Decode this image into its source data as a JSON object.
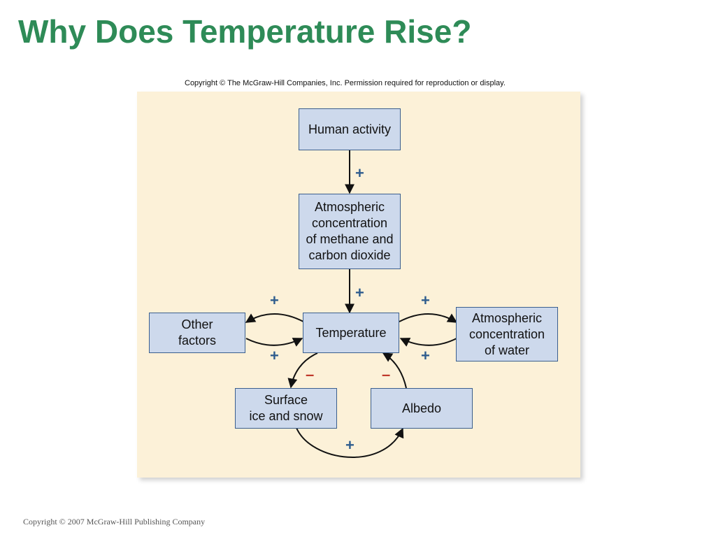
{
  "slide": {
    "title": "Why Does Temperature Rise?",
    "footer": "Copyright © 2007 McGraw-Hill Publishing Company"
  },
  "figure": {
    "copyright": "Copyright © The McGraw-Hill Companies, Inc. Permission required for reproduction or display.",
    "nodes": {
      "human_activity": "Human activity",
      "atmospheric_co2": "Atmospheric\nconcentration\nof methane and\ncarbon dioxide",
      "temperature": "Temperature",
      "other_factors": "Other\nfactors",
      "atmospheric_water": "Atmospheric\nconcentration\nof water",
      "surface_ice": "Surface\nice and snow",
      "albedo": "Albedo"
    },
    "signs": {
      "plus": "+",
      "minus": "–"
    },
    "colors": {
      "title": "#2e8b57",
      "panel": "#fcf1d8",
      "node_fill": "#cdd9ec",
      "node_border": "#3b5f8e",
      "plus": "#2f5d8e",
      "minus": "#c0392b"
    }
  }
}
